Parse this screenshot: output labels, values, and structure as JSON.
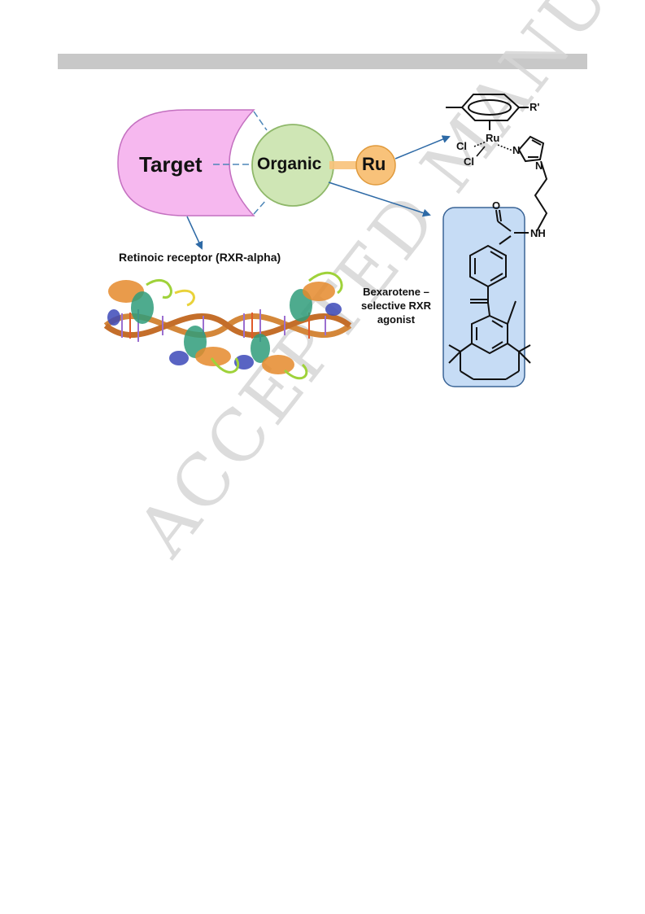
{
  "watermark": "ACCEPTED MANUSCRIPT",
  "shapes": {
    "target": "Target",
    "organic": "Organic",
    "metal": "Ru"
  },
  "labels": {
    "receptor": "Retinoic receptor (RXR-alpha)",
    "bexarotene_line1": "Bexarotene –",
    "bexarotene_line2": "selective RXR",
    "bexarotene_line3": "agonist"
  },
  "molecule": {
    "r_prime": "R'",
    "ru": "Ru",
    "cl1": "Cl",
    "cl2": "Cl",
    "n1": "N",
    "n2": "N",
    "o": "O",
    "nh": "NH"
  },
  "colors": {
    "target_fill": "#f6b8ef",
    "target_stroke": "#c471c0",
    "organic_fill": "#cfe6b5",
    "organic_stroke": "#8fb86a",
    "ru_fill": "#f8c27a",
    "ru_stroke": "#e09a3c",
    "box_fill": "#c6dcf5",
    "box_stroke": "#3a6496",
    "arrow": "#2e6aa6"
  }
}
